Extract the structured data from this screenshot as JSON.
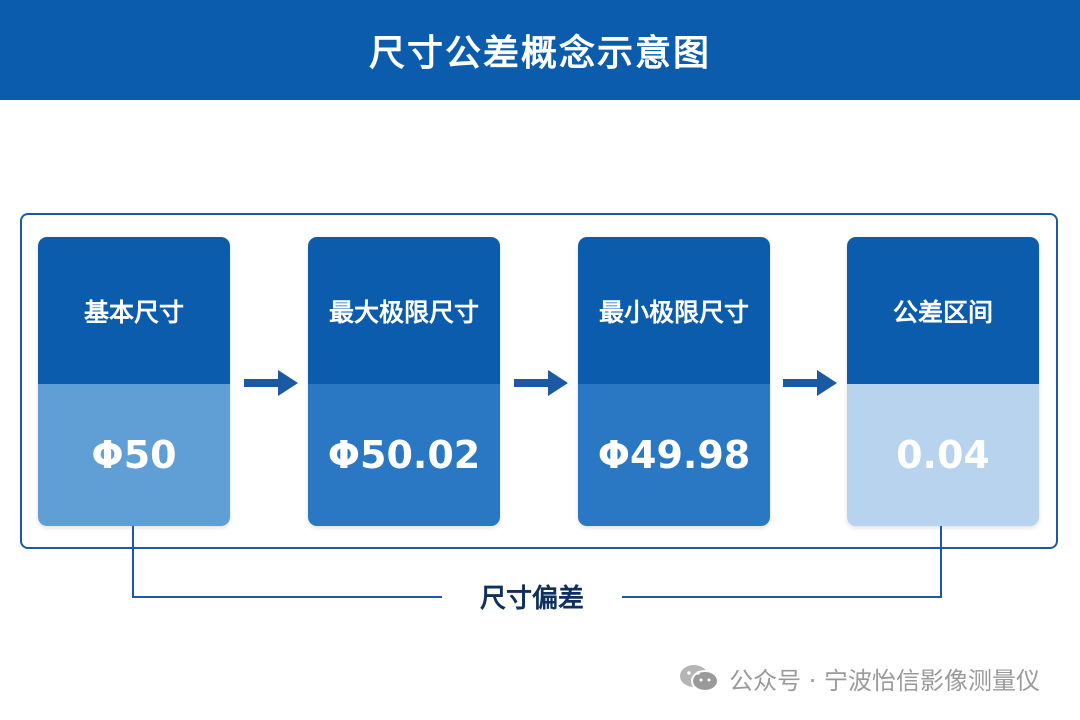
{
  "header": {
    "title": "尺寸公差概念示意图"
  },
  "cards": [
    {
      "title": "基本尺寸",
      "value": "Φ50"
    },
    {
      "title": "最大极限尺寸",
      "value": "Φ50.02"
    },
    {
      "title": "最小极限尺寸",
      "value": "Φ49.98"
    },
    {
      "title": "公差区间",
      "value": "0.04"
    }
  ],
  "bracket": {
    "label": "尺寸偏差"
  },
  "watermark": {
    "text": "公众号 · 宁波怡信影像测量仪",
    "icon": "wechat-icon"
  },
  "colors": {
    "primary": "#0b5cad",
    "value_light": "#5f9fd6",
    "value_mid": "#2a78c4",
    "value_pale": "#b7d3ee",
    "line": "#1b5aa3"
  }
}
